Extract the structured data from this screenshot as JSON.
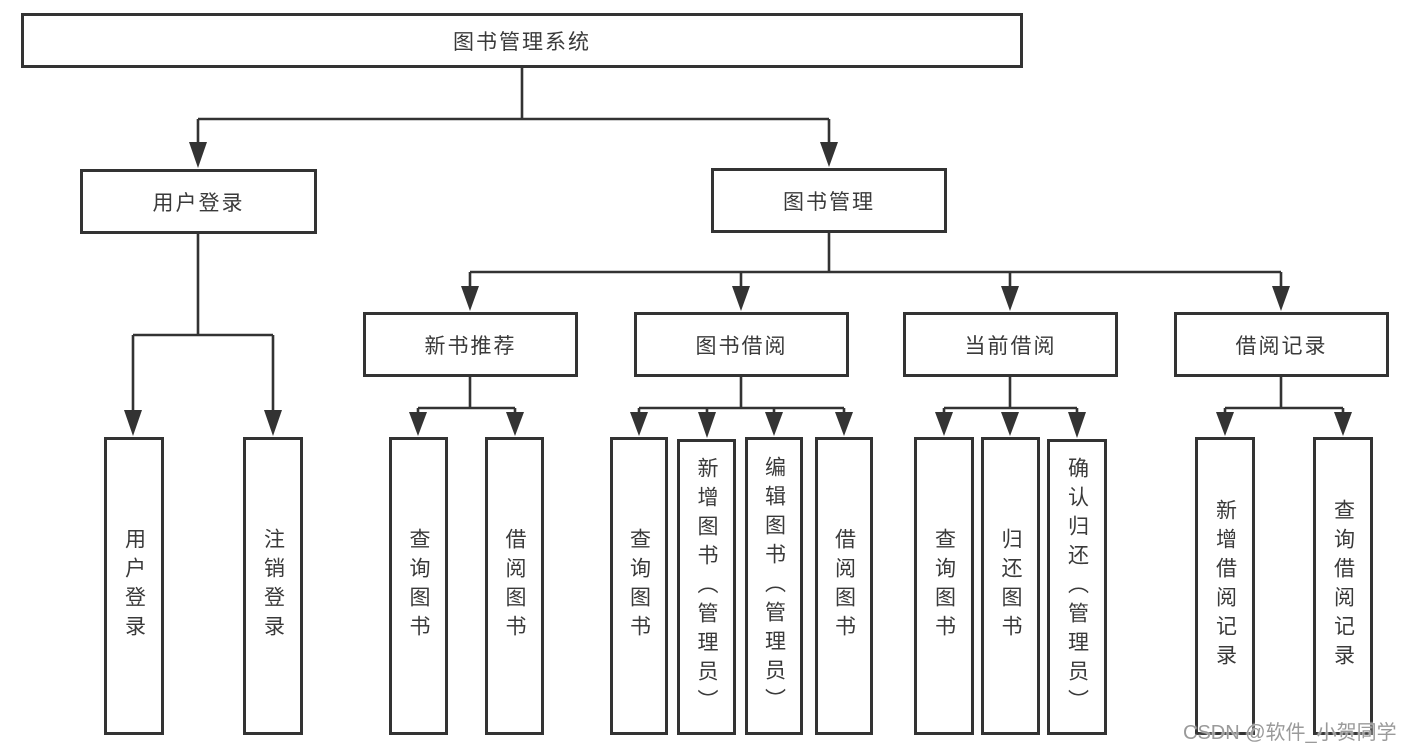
{
  "tree": {
    "label": "图书管理系统",
    "children": [
      {
        "label": "用户登录",
        "children": [
          {
            "label": "用户登录"
          },
          {
            "label": "注销登录"
          }
        ]
      },
      {
        "label": "图书管理",
        "children": [
          {
            "label": "新书推荐",
            "children": [
              {
                "label": "查询图书"
              },
              {
                "label": "借阅图书"
              }
            ]
          },
          {
            "label": "图书借阅",
            "children": [
              {
                "label": "查询图书"
              },
              {
                "label": "新增图书（管理员）"
              },
              {
                "label": "编辑图书（管理员）"
              },
              {
                "label": "借阅图书"
              }
            ]
          },
          {
            "label": "当前借阅",
            "children": [
              {
                "label": "查询图书"
              },
              {
                "label": "归还图书"
              },
              {
                "label": "确认归还（管理员）"
              }
            ]
          },
          {
            "label": "借阅记录",
            "children": [
              {
                "label": "新增借阅记录"
              },
              {
                "label": "查询借阅记录"
              }
            ]
          }
        ]
      }
    ]
  },
  "watermark": "CSDN @软件_小贺同学",
  "colors": {
    "line": "#333333",
    "text": "#3a3a3a",
    "background": "#ffffff",
    "watermark": "#9a9a9a"
  }
}
